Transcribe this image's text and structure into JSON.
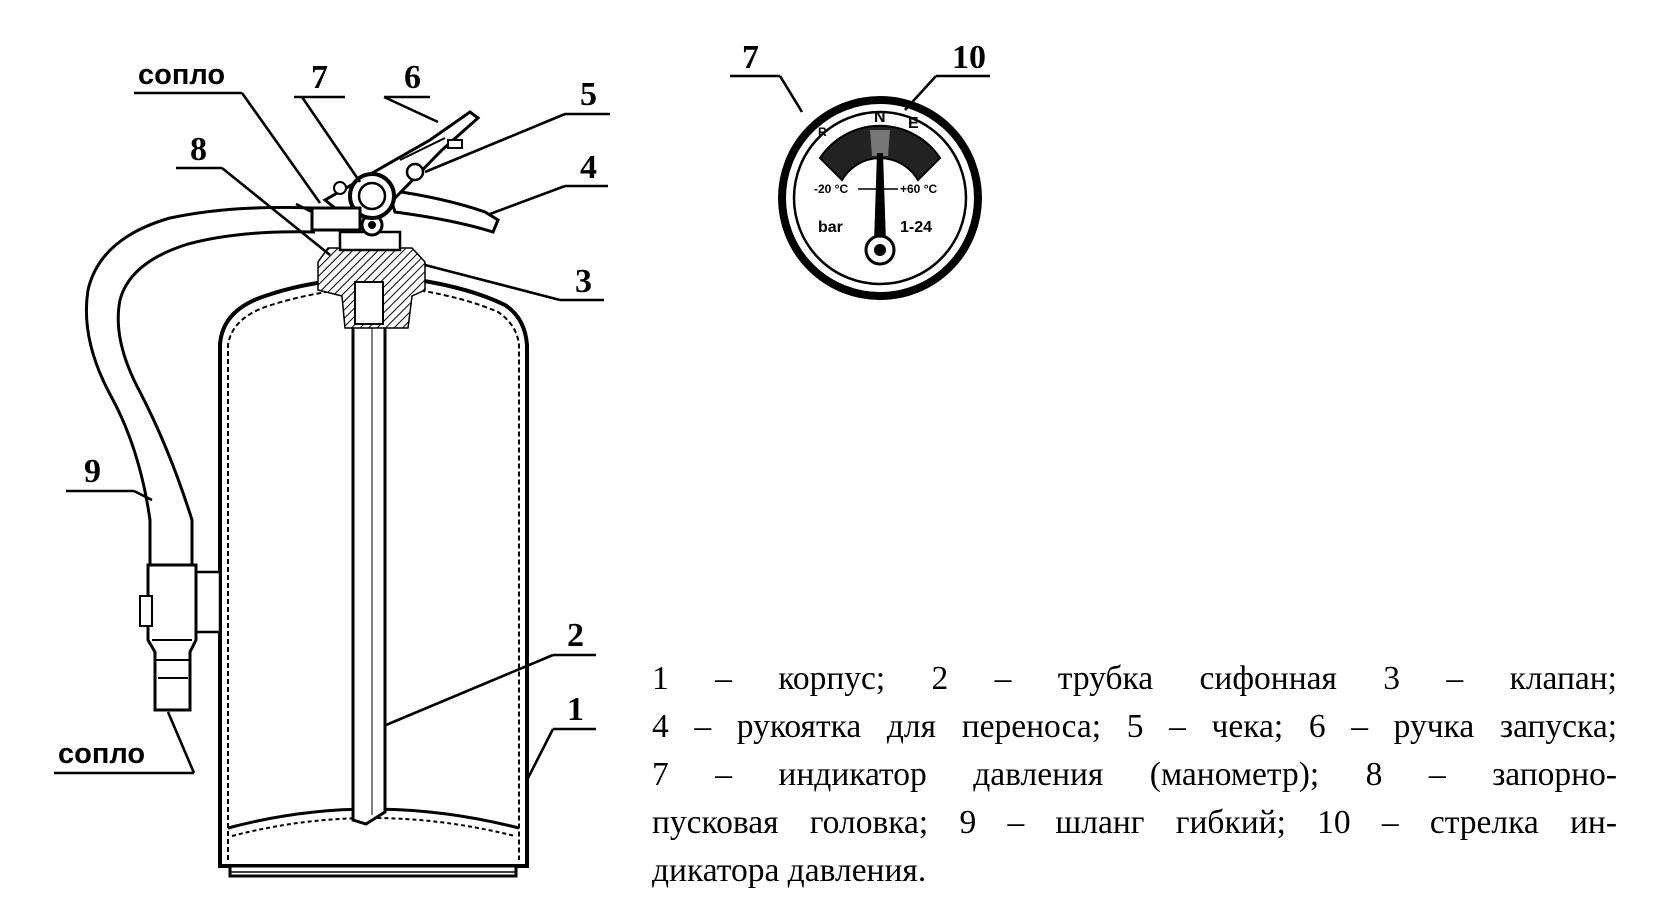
{
  "diagram": {
    "callouts": {
      "n1": "1",
      "n2": "2",
      "n3": "3",
      "n4": "4",
      "n5": "5",
      "n6": "6",
      "n7": "7",
      "n8": "8",
      "n9": "9",
      "nozzle_top": "сопло",
      "nozzle_bottom": "сопло"
    },
    "gauge": {
      "label_7": "7",
      "label_10": "10",
      "mark_low": "R",
      "mark_n": "N",
      "mark_e": "E",
      "temp_left": "-20 °C",
      "temp_right": "+60 °C",
      "unit": "bar",
      "range": "1-24"
    }
  },
  "legend": {
    "line1": "1 – корпус; 2 – трубка сифонная 3 – клапан;",
    "line2": "4 – рукоятка для переноса; 5 – чека; 6 – ручка запуска;",
    "line3": "7 – индикатор давления (манометр); 8 – запорно-",
    "line4": "пусковая головка; 9 – шланг гибкий; 10 – стрелка ин-",
    "line5": "дикатора давления."
  }
}
